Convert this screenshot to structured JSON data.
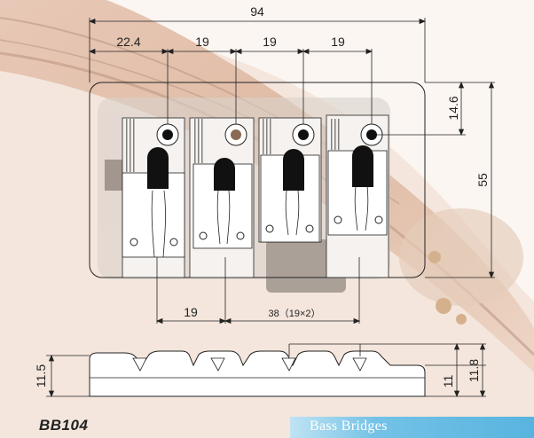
{
  "product": {
    "model": "BB104",
    "category": "Bass Bridges"
  },
  "dimensions": {
    "overall_width": "94",
    "first_saddle_offset": "22.4",
    "string_spacing_1": "19",
    "string_spacing_2": "19",
    "string_spacing_3": "19",
    "screw_hole_offset": "14.6",
    "plate_depth": "55",
    "mount_spacing_1": "19",
    "mount_spacing_2": "38（19×2）",
    "profile_height_left": "11.5",
    "profile_height_right_1": "11",
    "profile_height_right_2": "11.8"
  },
  "colors": {
    "background": "#fbf6f2",
    "wood": "#c98a64",
    "line": "#222222",
    "banner": "#58b4df"
  }
}
